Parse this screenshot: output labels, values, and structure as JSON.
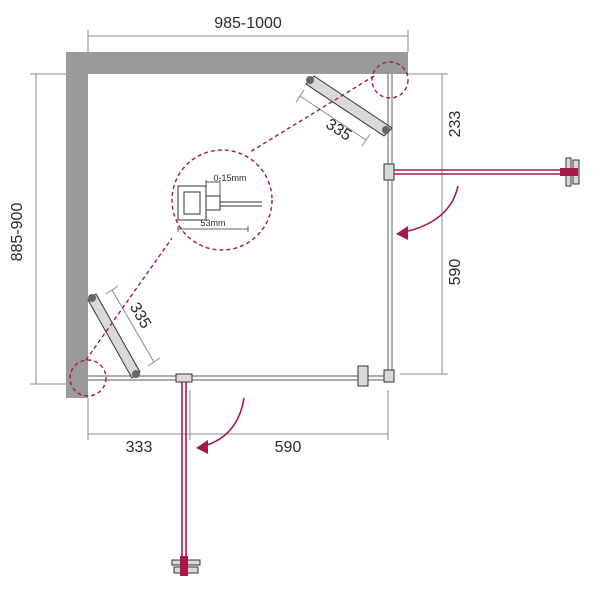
{
  "dimensions": {
    "top_width": "985-1000",
    "left_height": "885-900",
    "right_fixed_top": "233",
    "right_door": "590",
    "bottom_fixed_left": "333",
    "bottom_door": "590",
    "bracket_top": "335",
    "bracket_left": "335"
  },
  "detail": {
    "adjust_range": "0-15mm",
    "profile_width": "53mm"
  },
  "colors": {
    "wall": "#9a9a9a",
    "door": "#a8184a",
    "lines": "#8c8c8c"
  }
}
